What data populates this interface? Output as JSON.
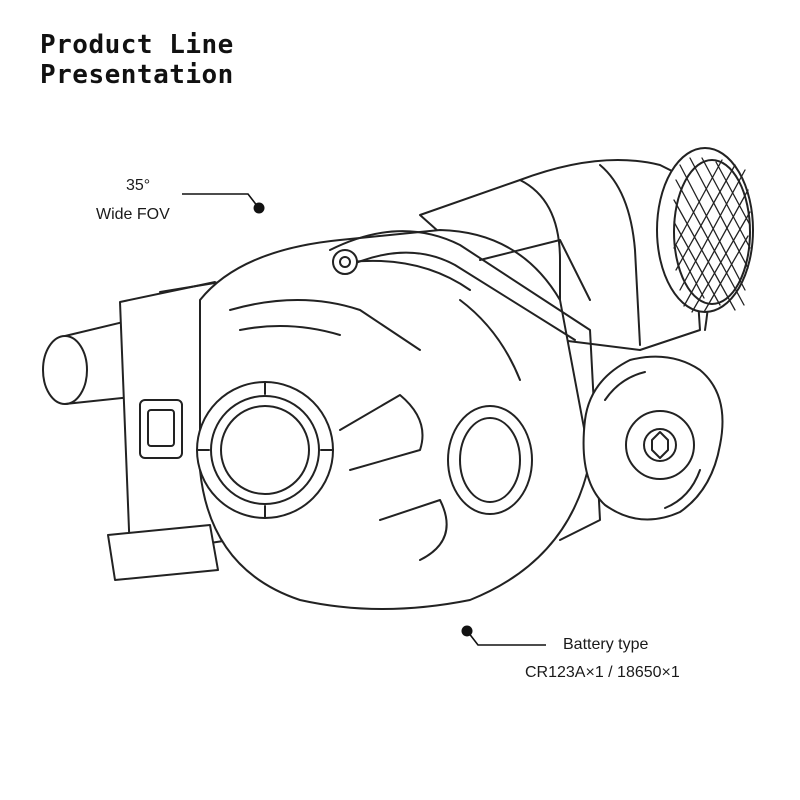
{
  "title": {
    "line1": "Product Line",
    "line2": "Presentation"
  },
  "callouts": {
    "fov": {
      "angle": "35°",
      "label": "Wide FOV"
    },
    "battery": {
      "label": "Battery type",
      "spec": "CR123A×1 / 18650×1"
    }
  },
  "colors": {
    "ink": "#111111",
    "line": "#222222",
    "background": "#ffffff"
  }
}
